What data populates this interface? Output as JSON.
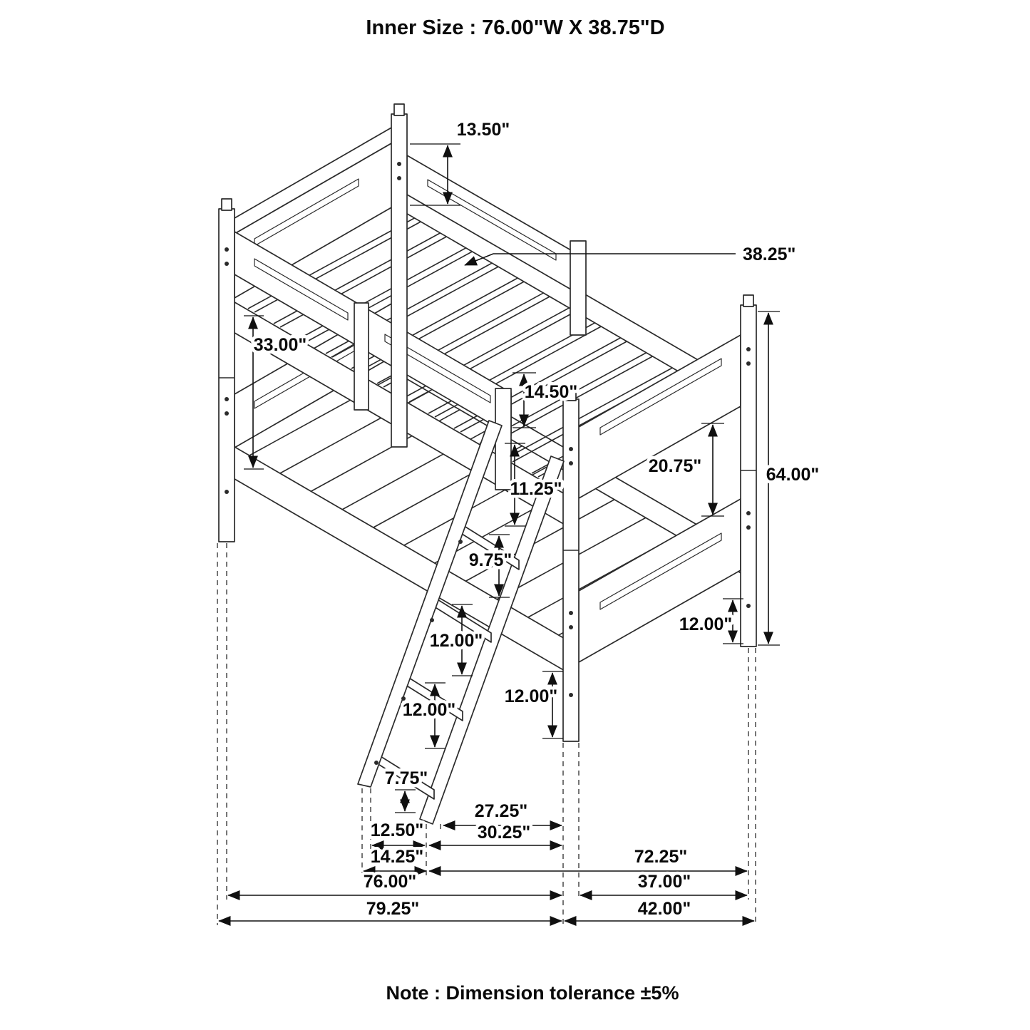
{
  "title": "Inner Size : 76.00\"W X 38.75\"D",
  "note": "Note : Dimension tolerance ±5%",
  "dims": {
    "headboard_height": "13.50\"",
    "inner_depth": "38.25\"",
    "guardrail_to_lower_rail": "33.00\"",
    "guardrail_height": "14.50\"",
    "bunk_clearance": "20.75\"",
    "overall_height": "64.00\"",
    "step_top_spacing": "11.25\"",
    "step_spacing_2": "9.75\"",
    "step_spacing_3": "12.00\"",
    "step_spacing_4": "12.00\"",
    "front_leg_height": "12.00\"",
    "side_leg_height": "12.00\"",
    "ladder_foot_clearance": "7.75\"",
    "ladder_run_inner": "27.25\"",
    "ladder_run_outer": "30.25\"",
    "ladder_width": "12.50\"",
    "ladder_outer_width": "14.25\"",
    "side_span": "72.25\"",
    "inner_width": "76.00\"",
    "depth_span": "37.00\"",
    "overall_width": "79.25\"",
    "overall_depth": "42.00\""
  }
}
